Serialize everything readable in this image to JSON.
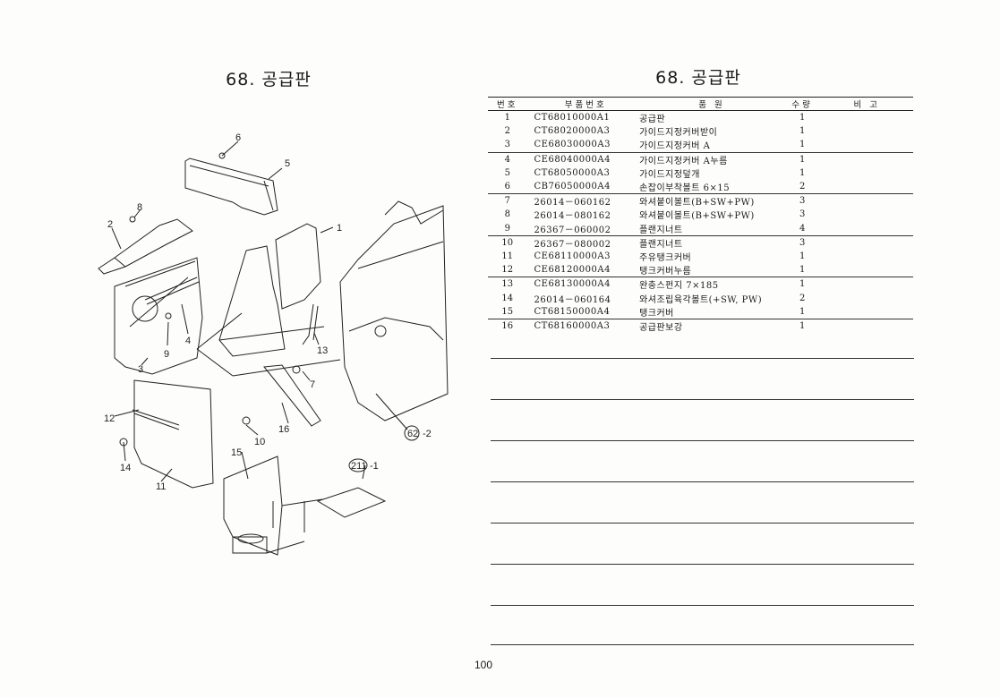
{
  "left_title": "68. 공급판",
  "right_title": "68. 공급판",
  "table": {
    "headers": [
      "번호",
      "부품번호",
      "품 원",
      "수량",
      "비 고"
    ],
    "rows": [
      {
        "no": "1",
        "part": "CT68010000A1",
        "name": "공급판",
        "qty": "1"
      },
      {
        "no": "2",
        "part": "CT68020000A3",
        "name": "가이드지정커버받이",
        "qty": "1"
      },
      {
        "no": "3",
        "part": "CE68030000A3",
        "name": "가이드지정커버 A",
        "qty": "1"
      },
      {
        "no": "4",
        "part": "CE68040000A4",
        "name": "가이드지정커버 A누름",
        "qty": "1"
      },
      {
        "no": "5",
        "part": "CT68050000A3",
        "name": "가이드지정덮개",
        "qty": "1"
      },
      {
        "no": "6",
        "part": "CB76050000A4",
        "name": "손잡이부착볼트 6×15",
        "qty": "2"
      },
      {
        "no": "7",
        "part": "26014－060162",
        "name": "와셔붙이볼트(B+SW+PW)",
        "qty": "3"
      },
      {
        "no": "8",
        "part": "26014－080162",
        "name": "와셔붙이볼트(B+SW+PW)",
        "qty": "3"
      },
      {
        "no": "9",
        "part": "26367－060002",
        "name": "플랜지너트",
        "qty": "4"
      },
      {
        "no": "10",
        "part": "26367－080002",
        "name": "플랜지너트",
        "qty": "3"
      },
      {
        "no": "11",
        "part": "CE68110000A3",
        "name": "주유탱크커버",
        "qty": "1"
      },
      {
        "no": "12",
        "part": "CE68120000A4",
        "name": "탱크커버누름",
        "qty": "1"
      },
      {
        "no": "13",
        "part": "CE68130000A4",
        "name": "완충스펀지 7×185",
        "qty": "1"
      },
      {
        "no": "14",
        "part": "26014－060164",
        "name": "와셔조립육각볼트(+SW, PW)",
        "qty": "2"
      },
      {
        "no": "15",
        "part": "CT68150000A4",
        "name": "탱크커버",
        "qty": "1"
      },
      {
        "no": "16",
        "part": "CT68160000A3",
        "name": "공급판보강",
        "qty": "1"
      }
    ]
  },
  "diagram": {
    "callouts": [
      "6",
      "5",
      "1",
      "8",
      "2",
      "9",
      "4",
      "3",
      "13",
      "7",
      "12",
      "10",
      "16",
      "62",
      "-2",
      "14",
      "11",
      "15",
      "211",
      "-1"
    ]
  },
  "page_number": "100"
}
